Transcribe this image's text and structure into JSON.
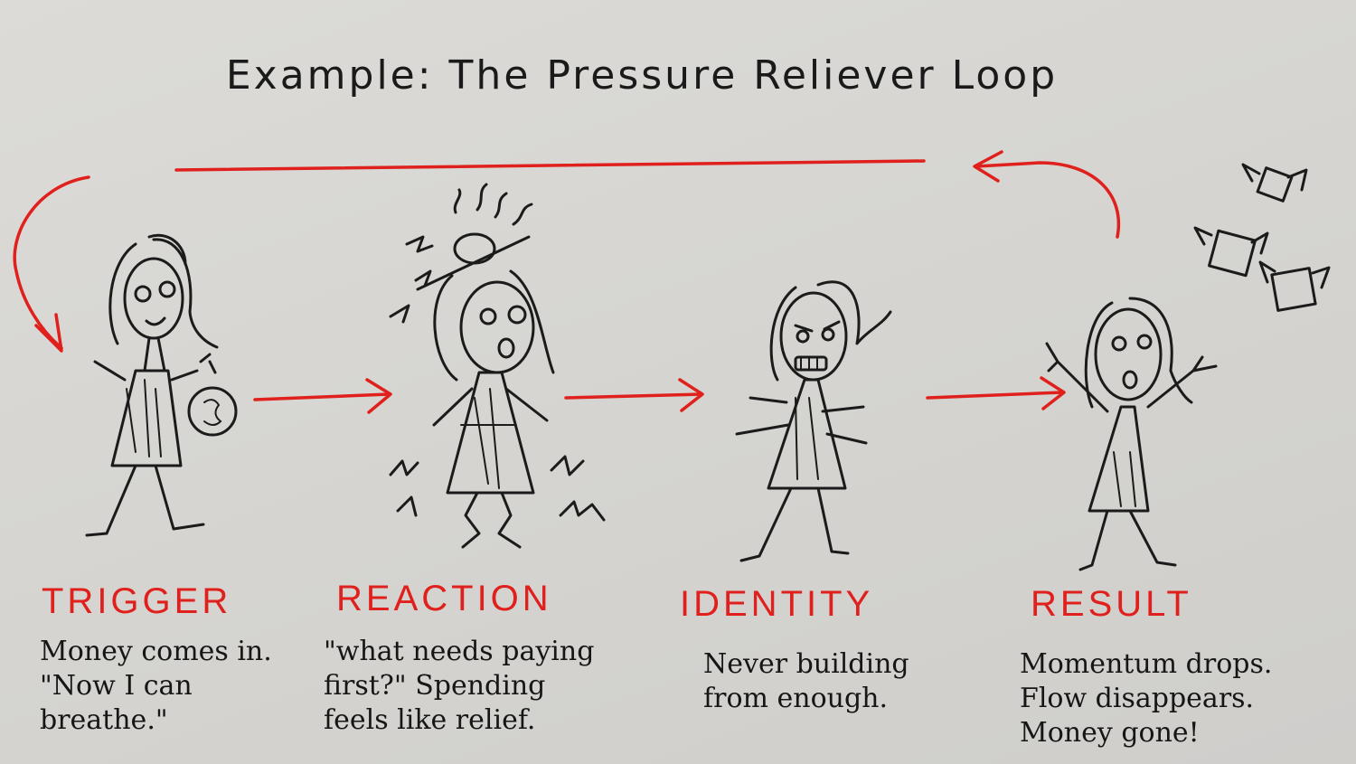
{
  "title": "Example: The Pressure Reliever Loop",
  "colors": {
    "accent": "#e0201c",
    "ink": "#1b1b1b",
    "paper": "#d8d7d3"
  },
  "stages": [
    {
      "label": "TRIGGER",
      "description": "Money comes in.\n\"Now I can\nbreathe.\"",
      "icon": "woman-with-money-bag"
    },
    {
      "label": "REACTION",
      "description": "\"what needs paying\nfirst?\" Spending\nfeels like relief.",
      "icon": "stressed-woman"
    },
    {
      "label": "IDENTITY",
      "description": "Never building\nfrom enough.",
      "icon": "frustrated-woman"
    },
    {
      "label": "RESULT",
      "description": "Momentum drops.\nFlow disappears.\nMoney gone!",
      "icon": "shocked-woman-flying-money"
    }
  ]
}
